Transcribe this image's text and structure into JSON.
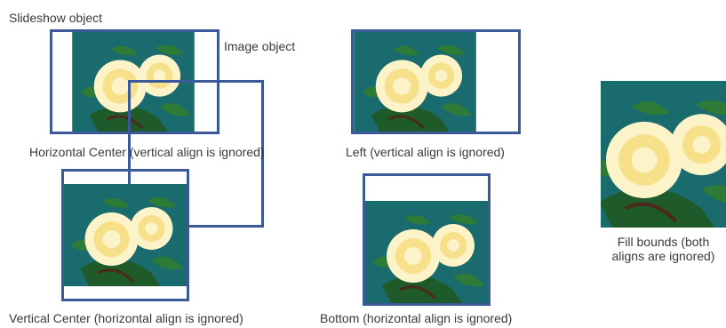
{
  "labels": {
    "slideshow_object": "Slideshow object",
    "image_object": "Image object",
    "horizontal_center": "Horizontal Center (vertical align is ignored)",
    "left": "Left (vertical align is ignored)",
    "vertical_center": "Vertical Center (horizontal align is ignored)",
    "bottom": "Bottom (horizontal align is ignored)",
    "fill_bounds_line1": "Fill bounds (both",
    "fill_bounds_line2": "aligns are ignored)"
  },
  "colors": {
    "frame": "#3b5998",
    "image_background": "#1a6b6e",
    "rose": "#fdf3c8",
    "leaf": "#1f5a2a"
  },
  "icons": [
    "rose-image"
  ]
}
